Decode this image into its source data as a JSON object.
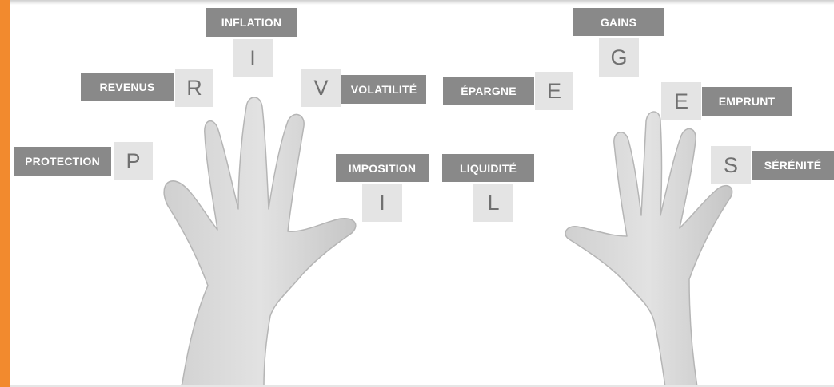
{
  "colors": {
    "accent": "#f28a2e",
    "label_bg": "#898989",
    "letter_bg": "#e4e4e4"
  },
  "items": [
    {
      "id": "protection",
      "word": "PROTECTION",
      "letter": "P"
    },
    {
      "id": "revenus",
      "word": "REVENUS",
      "letter": "R"
    },
    {
      "id": "inflation",
      "word": "INFLATION",
      "letter": "I"
    },
    {
      "id": "volatilite",
      "word": "VOLATILITÉ",
      "letter": "V"
    },
    {
      "id": "imposition",
      "word": "IMPOSITION",
      "letter": "I"
    },
    {
      "id": "liquidite",
      "word": "LIQUIDITÉ",
      "letter": "L"
    },
    {
      "id": "epargne",
      "word": "ÉPARGNE",
      "letter": "E"
    },
    {
      "id": "gains",
      "word": "GAINS",
      "letter": "G"
    },
    {
      "id": "emprunt",
      "word": "EMPRUNT",
      "letter": "E"
    },
    {
      "id": "serenite",
      "word": "SÉRÉNITÉ",
      "letter": "S"
    }
  ],
  "illustration": {
    "left_hand": "left-hand-icon",
    "right_hand": "right-hand-icon"
  }
}
